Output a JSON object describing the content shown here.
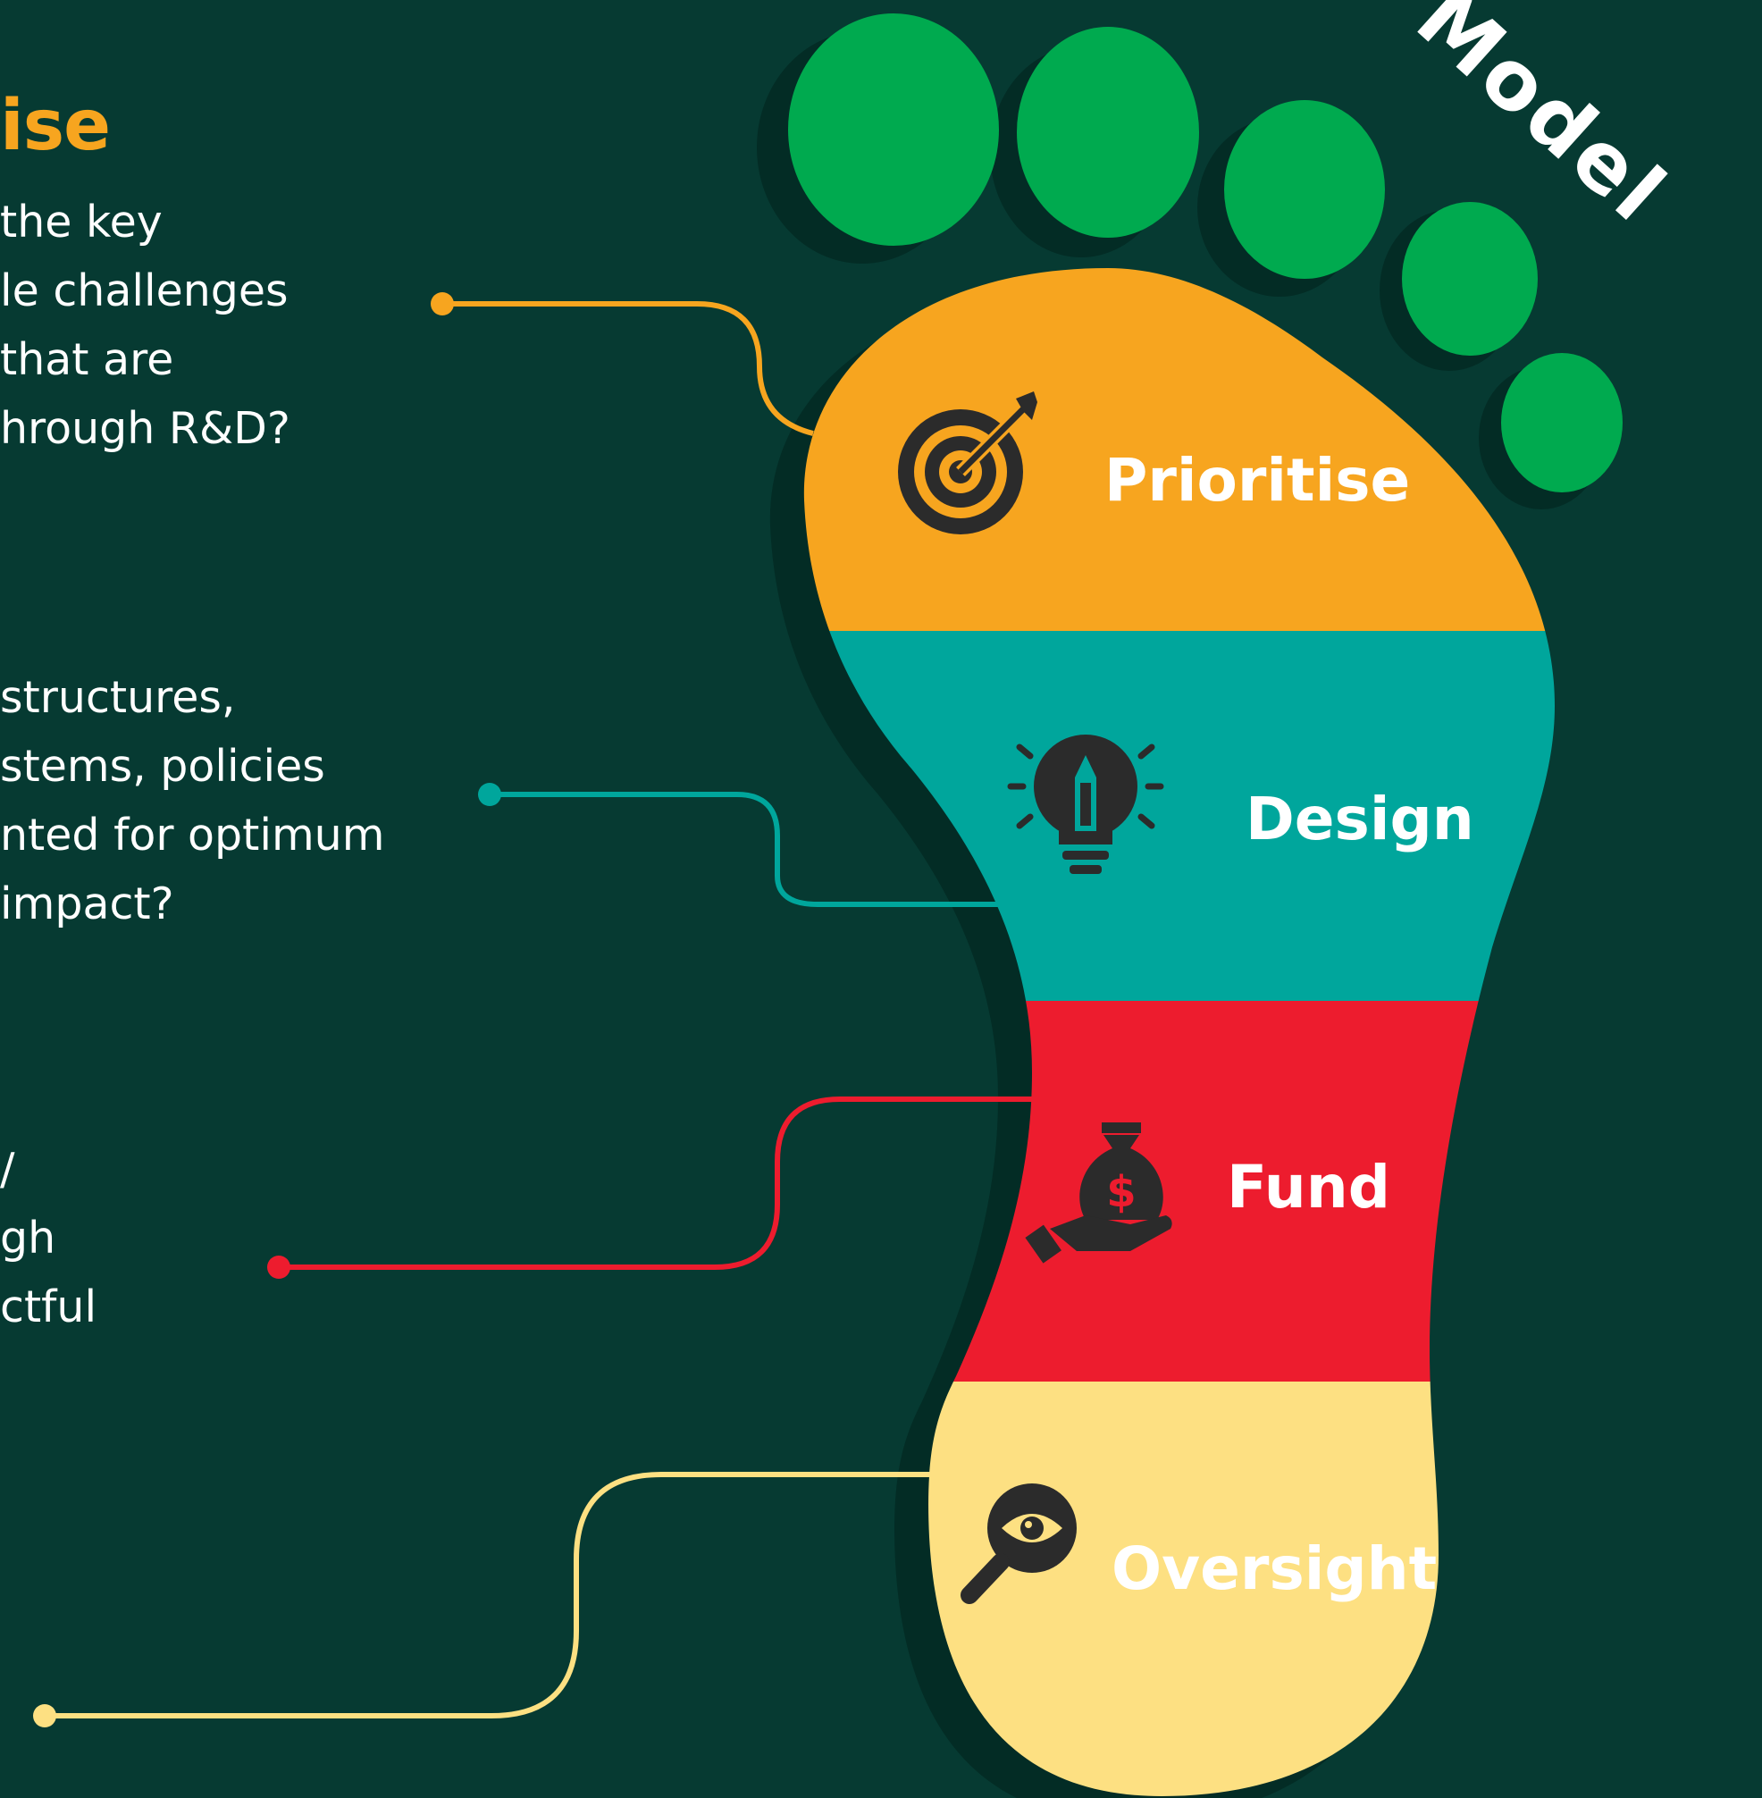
{
  "title_partial": "Model",
  "section1": {
    "heading_partial": "ise",
    "lines": [
      "the key",
      "le challenges",
      " that are",
      "hrough R&D?"
    ]
  },
  "section2": {
    "lines": [
      "structures,",
      "stems, policies",
      "nted for optimum",
      " impact?"
    ]
  },
  "section3": {
    "lines": [
      "/",
      "gh",
      "ctful"
    ]
  },
  "steps": [
    {
      "label": "Prioritise",
      "icon": "target-icon",
      "color": "#f7a51f"
    },
    {
      "label": "Design",
      "icon": "lightbulb-icon",
      "color": "#00a69c"
    },
    {
      "label": "Fund",
      "icon": "money-bag-hand-icon",
      "color": "#ed1c2e"
    },
    {
      "label": "Oversight",
      "icon": "eye-magnifier-icon",
      "color": "#fde082"
    }
  ],
  "colors": {
    "background": "#063a32",
    "toes": "#00aa4f",
    "shadow": "#032c25"
  }
}
